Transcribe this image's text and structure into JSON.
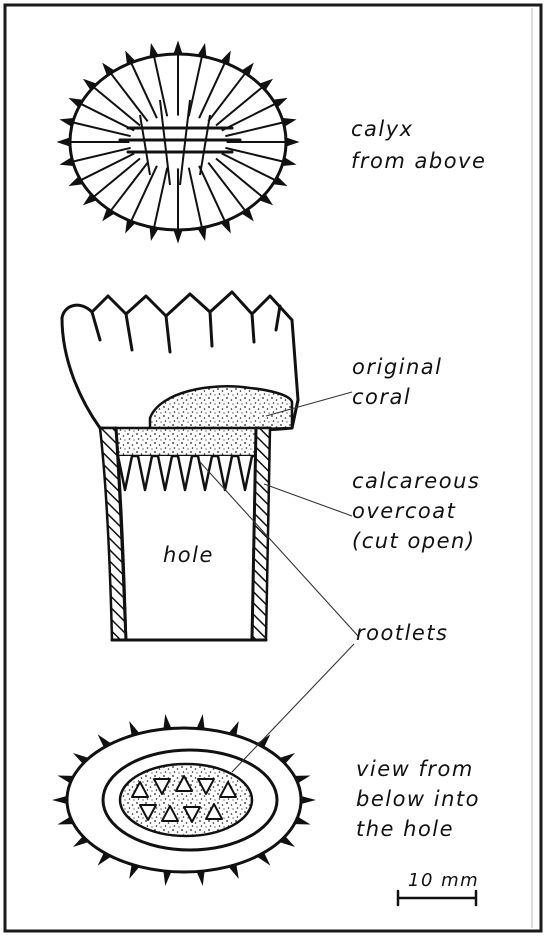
{
  "labels": {
    "calyx_line1": "calyx",
    "calyx_line2": "from above",
    "original_line1": "original",
    "original_line2": "coral",
    "overcoat_line1": "calcareous",
    "overcoat_line2": "overcoat",
    "overcoat_line3": "(cut open)",
    "hole": "hole",
    "rootlets": "rootlets",
    "view_line1": "view from",
    "view_line2": "below into",
    "view_line3": "the hole",
    "scale": "10 mm"
  },
  "colors": {
    "ink": "#111111",
    "paper": "#ffffff",
    "frame": "#1a1a1a",
    "stipple": "#222222"
  }
}
